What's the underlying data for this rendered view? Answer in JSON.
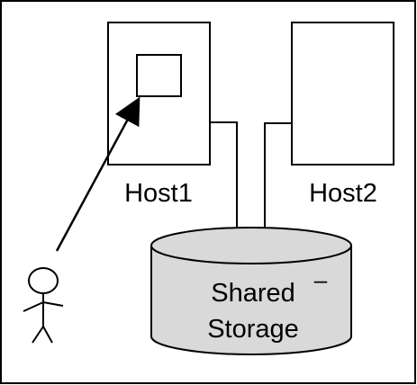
{
  "hosts": [
    {
      "label": "Host1"
    },
    {
      "label": "Host2"
    }
  ],
  "storage": {
    "line1": "Shared",
    "line2": "Storage",
    "mark": "–"
  },
  "colors": {
    "stroke": "#000000",
    "background": "#ffffff",
    "storage_fill": "#d9d9d9"
  }
}
